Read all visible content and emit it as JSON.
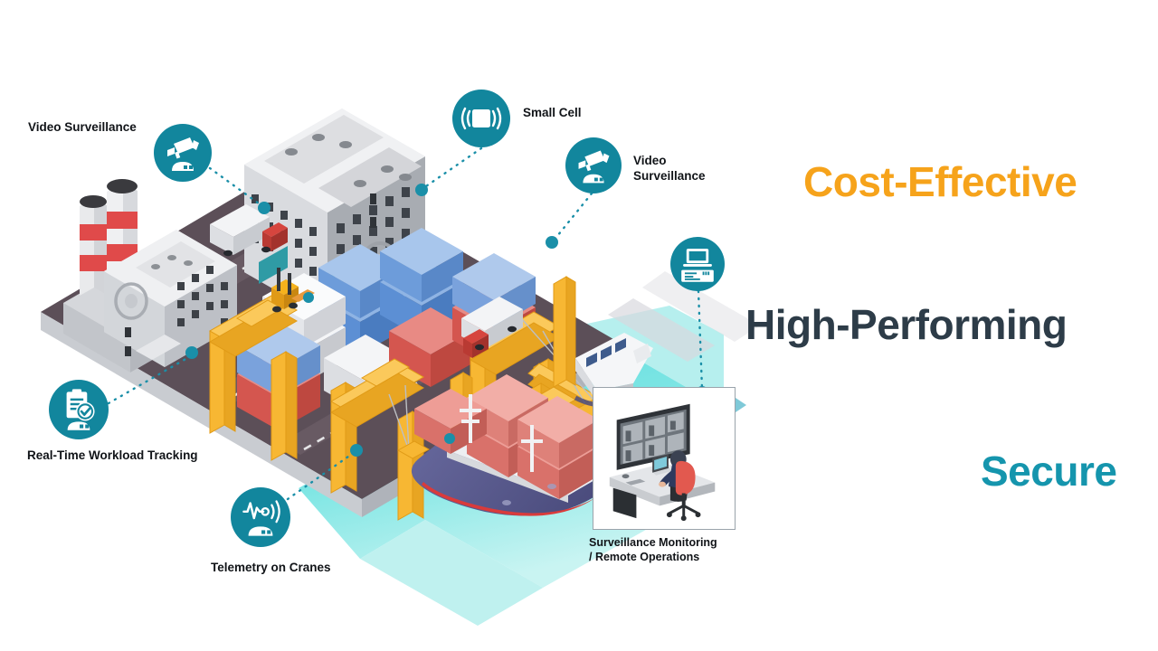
{
  "keywords": {
    "cost": "Cost-Effective",
    "high": "High-Performing",
    "secure": "Secure",
    "cost_color": "#F6A31B",
    "high_color": "#2D3C48",
    "secure_color": "#1595AD"
  },
  "callouts": {
    "video_surveillance_left": "Video Surveillance",
    "small_cell": "Small Cell",
    "video_surveillance_right": "Video\nSurveillance",
    "real_time": "Real-Time Workload Tracking",
    "telemetry": "Telemetry on Cranes",
    "monitoring_panel": "Surveillance Monitoring\n/ Remote Operations"
  },
  "icons": {
    "camera": "cctv-camera-icon",
    "small_cell": "small-cell-antenna-icon",
    "laptop_server": "laptop-server-icon",
    "clipboard_check": "clipboard-check-icon",
    "telemetry": "telemetry-waveform-icon",
    "badge_color": "#12869D"
  },
  "scene": {
    "title": "isometric-smart-port-terminal",
    "ground_color": "#5C4F58",
    "ground_edge_color": "#C9CCD1",
    "water_color": "#6FE0DE",
    "crane_color": "#F7B733",
    "building_color": "#E8EAEC",
    "ship_hull_color": "#5A5B8C",
    "ship_stripe_color": "#D93B3B",
    "container_colors": [
      "#6C9BD9",
      "#EDEFF2",
      "#D9534F",
      "#EE9D96"
    ],
    "elements": [
      "factory-with-smokestacks",
      "office-building",
      "warehouse-building",
      "gantry-cranes",
      "container-stacks",
      "forklift",
      "trucks",
      "container-ship",
      "passenger-ferry"
    ]
  }
}
